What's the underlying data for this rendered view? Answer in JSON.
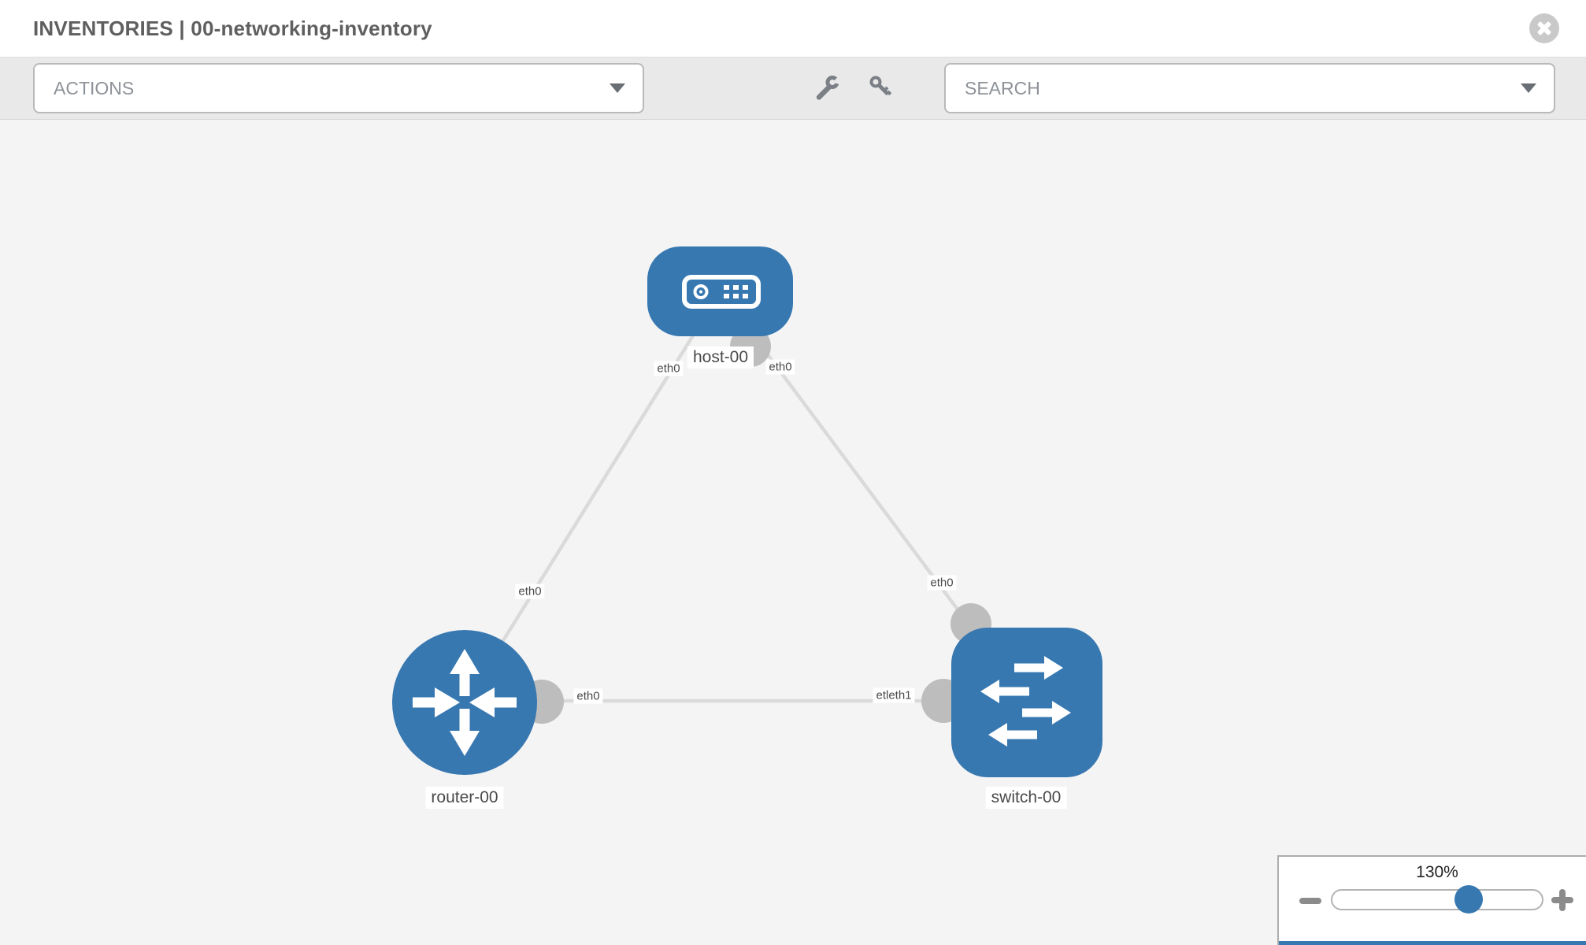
{
  "header": {
    "title": "INVENTORIES | 00-networking-inventory",
    "close_icon": "x-circle"
  },
  "toolbar": {
    "actions": {
      "label": "ACTIONS",
      "caret_icon": "chevron-down"
    },
    "search": {
      "label": "SEARCH",
      "caret_icon": "chevron-down"
    },
    "tools": {
      "wrench_icon": "wrench",
      "key_icon": "key"
    }
  },
  "diagram": {
    "nodes": [
      {
        "label": "host-00",
        "type": "host",
        "icon": "server"
      },
      {
        "label": "router-00",
        "type": "router",
        "icon": "router-arrows"
      },
      {
        "label": "switch-00",
        "type": "switch",
        "icon": "switch-arrows"
      }
    ],
    "interfaces": {
      "host_left": "eth0",
      "host_right": "eth0",
      "router_uplink": "eth0",
      "switch_uplink": "eth0",
      "bottom_left": "eth0",
      "bottom_right": "etleth1"
    },
    "links": [
      {
        "from": "host-00",
        "to": "router-00",
        "from_if": "eth0",
        "to_if": "eth0"
      },
      {
        "from": "host-00",
        "to": "switch-00",
        "from_if": "eth0",
        "to_if": "eth0"
      },
      {
        "from": "router-00",
        "to": "switch-00",
        "from_if": "eth0",
        "to_if": "etleth1"
      }
    ]
  },
  "zoom_control": {
    "value": "130%",
    "zoom_out_icon": "minus",
    "zoom_in_icon": "plus"
  },
  "colors": {
    "node_blue": "#3878b1",
    "link_gray": "#dadada",
    "connector_gray": "#bdbdbd",
    "toolbar_bg": "#e9e9e9",
    "canvas_bg": "#f4f4f4"
  }
}
